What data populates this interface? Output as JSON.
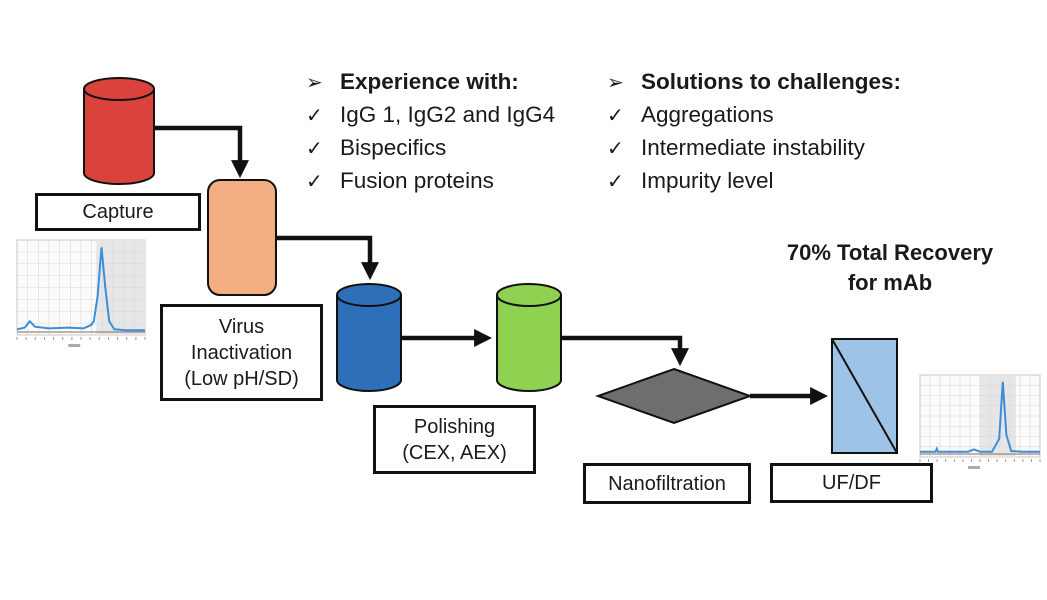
{
  "steps": {
    "capture": {
      "label": "Capture",
      "color": "#d9433b"
    },
    "virus_inactivation": {
      "lines": [
        "Virus",
        "Inactivation",
        "(Low pH/SD)"
      ],
      "color": "#f2ad80"
    },
    "polishing": {
      "lines": [
        "Polishing",
        "(CEX, AEX)"
      ],
      "color_cex": "#2e6fba",
      "color_aex": "#8fd150"
    },
    "nanofiltration": {
      "label": "Nanofiltration",
      "color": "#6e6e6e"
    },
    "ufdf": {
      "label": "UF/DF",
      "color": "#9dc3e6"
    }
  },
  "experience": {
    "heading_marker": "➢",
    "heading": "Experience with:",
    "check_marker": "✓",
    "items": [
      "IgG 1, IgG2 and IgG4",
      "Bispecifics",
      "Fusion proteins"
    ]
  },
  "solutions": {
    "heading_marker": "➢",
    "heading": "Solutions to challenges:",
    "check_marker": "✓",
    "items": [
      "Aggregations",
      "Intermediate instability",
      "Impurity level"
    ]
  },
  "recovery": {
    "line1": "70% Total Recovery",
    "line2": "for mAb"
  },
  "chromatograms": [
    {
      "name": "capture-chromatogram",
      "line_color": "#3a8fd8",
      "trace": [
        [
          0,
          0.03
        ],
        [
          0.06,
          0.05
        ],
        [
          0.1,
          0.12
        ],
        [
          0.14,
          0.06
        ],
        [
          0.25,
          0.04
        ],
        [
          0.4,
          0.05
        ],
        [
          0.52,
          0.04
        ],
        [
          0.58,
          0.08
        ],
        [
          0.6,
          0.12
        ],
        [
          0.63,
          0.4
        ],
        [
          0.66,
          0.95
        ],
        [
          0.69,
          0.5
        ],
        [
          0.72,
          0.12
        ],
        [
          0.76,
          0.03
        ],
        [
          0.85,
          0.02
        ],
        [
          1,
          0.02
        ]
      ]
    },
    {
      "name": "ufdf-chromatogram",
      "line_color": "#3a8fd8",
      "trace": [
        [
          0,
          0.03
        ],
        [
          0.13,
          0.03
        ],
        [
          0.14,
          0.07
        ],
        [
          0.15,
          0.03
        ],
        [
          0.4,
          0.03
        ],
        [
          0.45,
          0.06
        ],
        [
          0.5,
          0.03
        ],
        [
          0.6,
          0.03
        ],
        [
          0.66,
          0.2
        ],
        [
          0.69,
          0.95
        ],
        [
          0.72,
          0.25
        ],
        [
          0.76,
          0.04
        ],
        [
          0.85,
          0.03
        ],
        [
          1,
          0.03
        ]
      ]
    }
  ]
}
